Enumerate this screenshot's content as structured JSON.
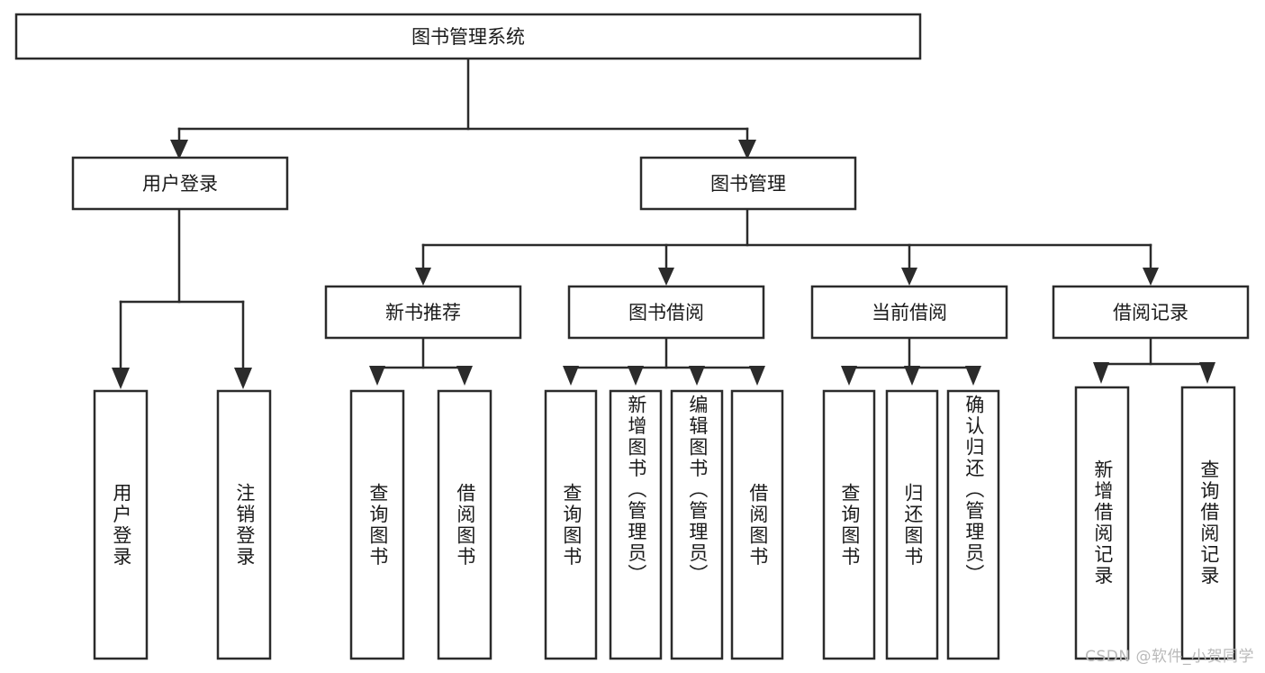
{
  "diagram": {
    "type": "tree-hierarchy",
    "title": "图书管理系统",
    "watermark": "CSDN @软件_小贺同学",
    "root": {
      "id": "root",
      "label": "图书管理系统"
    },
    "level1": [
      {
        "id": "user-login",
        "label": "用户登录"
      },
      {
        "id": "book-manage",
        "label": "图书管理"
      }
    ],
    "level2": [
      {
        "id": "new-book-recommend",
        "label": "新书推荐",
        "parent": "book-manage"
      },
      {
        "id": "book-borrow",
        "label": "图书借阅",
        "parent": "book-manage"
      },
      {
        "id": "current-borrow",
        "label": "当前借阅",
        "parent": "book-manage"
      },
      {
        "id": "borrow-record",
        "label": "借阅记录",
        "parent": "book-manage"
      }
    ],
    "leaves": [
      {
        "id": "leaf-user-login",
        "label": "用户登录",
        "parent": "user-login"
      },
      {
        "id": "leaf-user-logout",
        "label": "注销登录",
        "parent": "user-login"
      },
      {
        "id": "leaf-query-book-1",
        "label": "查询图书",
        "parent": "new-book-recommend"
      },
      {
        "id": "leaf-borrow-book-1",
        "label": "借阅图书",
        "parent": "new-book-recommend"
      },
      {
        "id": "leaf-query-book-2",
        "label": "查询图书",
        "parent": "book-borrow"
      },
      {
        "id": "leaf-add-book",
        "label": "新增图书（管理员）",
        "parent": "book-borrow"
      },
      {
        "id": "leaf-edit-book",
        "label": "编辑图书（管理员）",
        "parent": "book-borrow"
      },
      {
        "id": "leaf-borrow-book-2",
        "label": "借阅图书",
        "parent": "book-borrow"
      },
      {
        "id": "leaf-query-book-3",
        "label": "查询图书",
        "parent": "current-borrow"
      },
      {
        "id": "leaf-return-book",
        "label": "归还图书",
        "parent": "current-borrow"
      },
      {
        "id": "leaf-confirm-return",
        "label": "确认归还（管理员）",
        "parent": "current-borrow"
      },
      {
        "id": "leaf-add-record",
        "label": "新增借阅记录",
        "parent": "borrow-record"
      },
      {
        "id": "leaf-query-record",
        "label": "查询借阅记录",
        "parent": "borrow-record"
      }
    ],
    "colors": {
      "stroke": "#2b2b2b",
      "fill": "#ffffff",
      "text": "#1a1a1a",
      "watermark": "#b9b9b9"
    }
  }
}
